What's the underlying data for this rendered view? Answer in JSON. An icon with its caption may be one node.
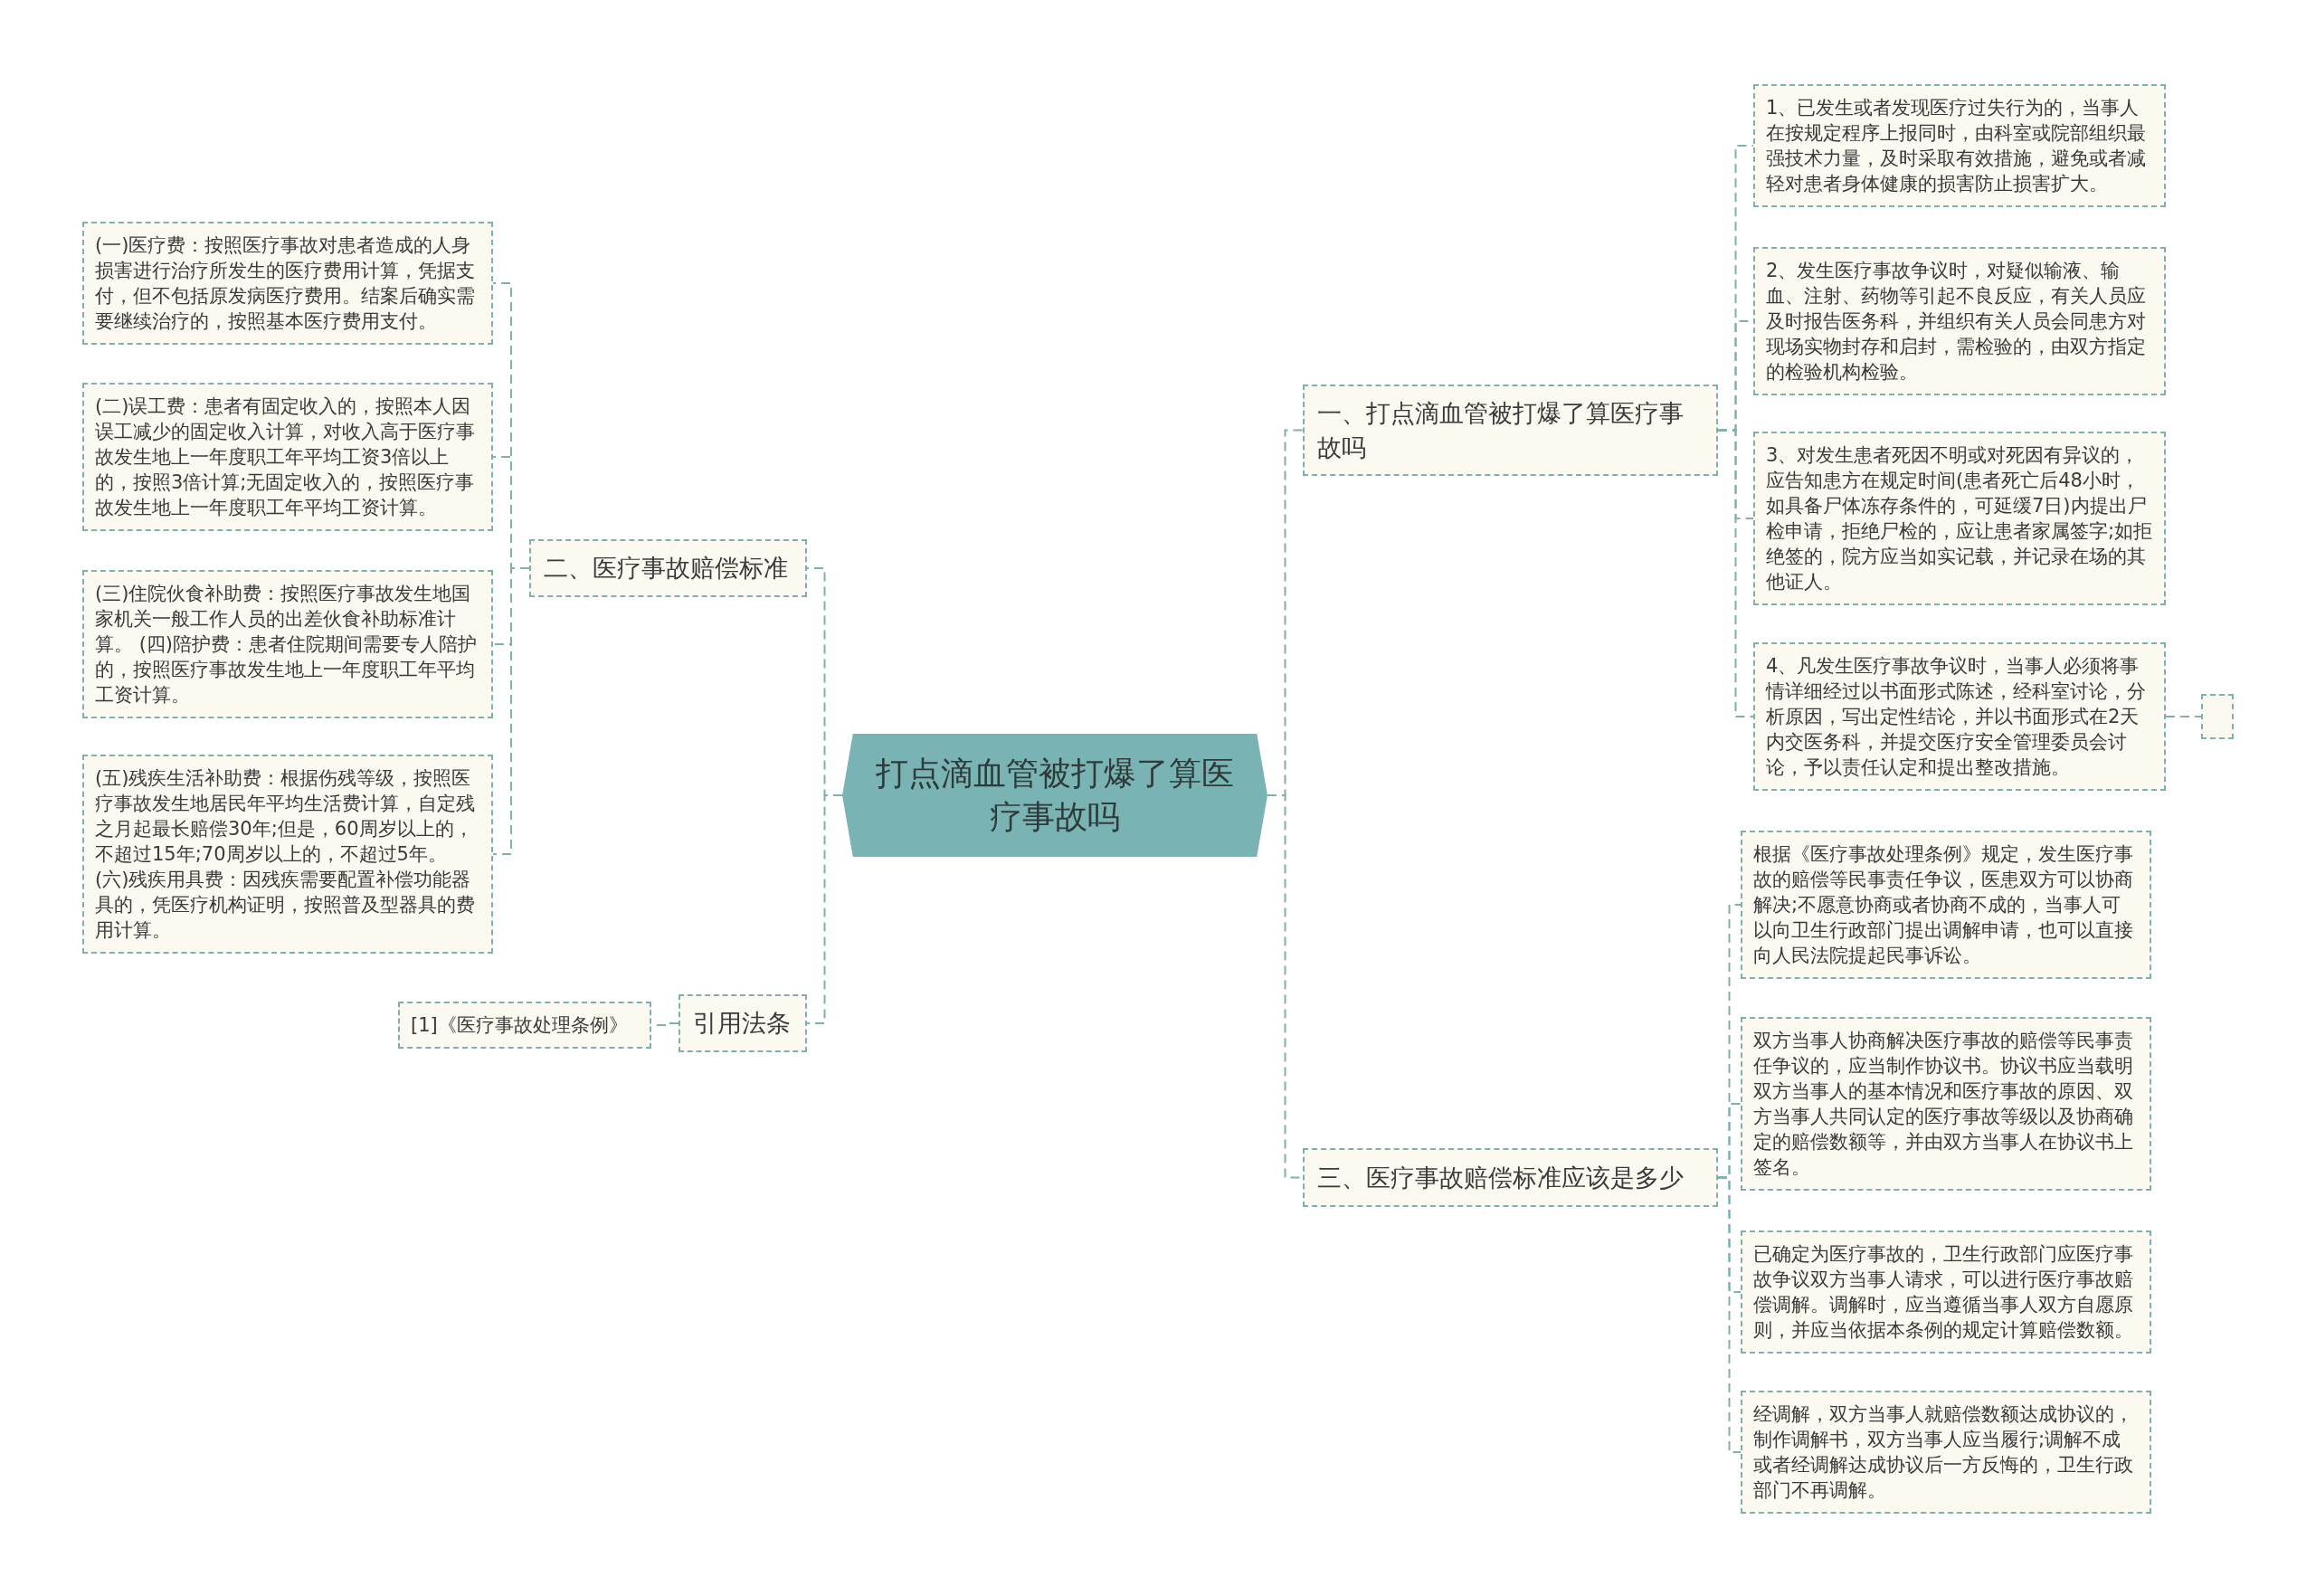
{
  "diagram": {
    "nodes": [
      {
        "text": [
          "打点滴血管被打爆了算医疗事故吗"
        ]
      },
      {
        "text": [
          "一、打点滴血管被打爆了算医疗事故吗"
        ]
      },
      {
        "text": [
          "1、已发生或者发现医疗过失行为的，当事人在按规定程序上报同时，由科室或院部组织最强技术力量，及时采取有效措施，避免或者减轻对患者身体健康的损害防止损害扩大。"
        ]
      },
      {
        "text": [
          "2、发生医疗事故争议时，对疑似输液、输血、注射、药物等引起不良反应，有关人员应及时报告医务科，并组织有关人员会同患方对现场实物封存和启封，需检验的，由双方指定的检验机构检验。"
        ]
      },
      {
        "text": [
          "3、对发生患者死因不明或对死因有异议的，应告知患方在规定时间(患者死亡后48小时，如具备尸体冻存条件的，可延缓7日)内提出尸检申请，拒绝尸检的，应让患者家属签字;如拒绝签的，院方应当如实记载，并记录在场的其他证人。"
        ]
      },
      {
        "text": [
          "4、凡发生医疗事故争议时，当事人必须将事情详细经过以书面形式陈述，经科室讨论，分析原因，写出定性结论，并以书面形式在2天内交医务科，并提交医疗安全管理委员会讨论，予以责任认定和提出整改措施。"
        ]
      },
      {
        "text": [],
        "shape": "box"
      },
      {
        "text": [
          "二、医疗事故赔偿标准"
        ]
      },
      {
        "text": [
          "(一)医疗费：按照医疗事故对患者造成的人身损害进行治疗所发生的医疗费用计算，凭据支付，但不包括原发病医疗费用。结案后确实需要继续治疗的，按照基本医疗费用支付。"
        ]
      },
      {
        "text": [
          "(二)误工费：患者有固定收入的，按照本人因误工减少的固定收入计算，对收入高于医疗事故发生地上一年度职工年平均工资3倍以上的，按照3倍计算;无固定收入的，按照医疗事故发生地上一年度职工年平均工资计算。"
        ]
      },
      {
        "text": [
          "(三)住院伙食补助费：按照医疗事故发生地国家机关一般工作人员的出差伙食补助标准计算。 (四)陪护费：患者住院期间需要专人陪护的，按照医疗事故发生地上一年度职工年平均工资计算。"
        ]
      },
      {
        "text": [
          "(五)残疾生活补助费：根据伤残等级，按照医疗事故发生地居民年平均生活费计算，自定残之月起最长赔偿30年;但是，60周岁以上的，不超过15年;70周岁以上的，不超过5年。 (六)残疾用具费：因残疾需要配置补偿功能器具的，凭医疗机构证明，按照普及型器具的费用计算。"
        ]
      },
      {
        "text": [
          "引用法条"
        ]
      },
      {
        "text": [
          "[1]《医疗事故处理条例》"
        ]
      },
      {
        "text": [
          "三、医疗事故赔偿标准应该是多少"
        ]
      },
      {
        "text": [
          "根据《医疗事故处理条例》规定，发生医疗事故的赔偿等民事责任争议，医患双方可以协商解决;不愿意协商或者协商不成的，当事人可以向卫生行政部门提出调解申请，也可以直接向人民法院提起民事诉讼。"
        ]
      },
      {
        "text": [
          "双方当事人协商解决医疗事故的赔偿等民事责任争议的，应当制作协议书。协议书应当载明双方当事人的基本情况和医疗事故的原因、双方当事人共同认定的医疗事故等级以及协商确定的赔偿数额等，并由双方当事人在协议书上签名。"
        ]
      },
      {
        "text": [
          "已确定为医疗事故的，卫生行政部门应医疗事故争议双方当事人请求，可以进行医疗事故赔偿调解。调解时，应当遵循当事人双方自愿原则，并应当依据本条例的规定计算赔偿数额。"
        ]
      },
      {
        "text": [
          "经调解，双方当事人就赔偿数额达成协议的，制作调解书，双方当事人应当履行;调解不成或者经调解达成协议后一方反悔的，卫生行政部门不再调解。"
        ]
      }
    ],
    "edges": [
      {
        "from": 0,
        "to": 1,
        "arrow": "none"
      },
      {
        "from": 1,
        "to": 2,
        "arrow": "none"
      },
      {
        "from": 1,
        "to": 3,
        "arrow": "none"
      },
      {
        "from": 1,
        "to": 4,
        "arrow": "none"
      },
      {
        "from": 1,
        "to": 5,
        "arrow": "none"
      },
      {
        "from": 5,
        "to": 6,
        "arrow": "none"
      },
      {
        "from": 0,
        "to": 7,
        "arrow": "none"
      },
      {
        "from": 7,
        "to": 8,
        "arrow": "none"
      },
      {
        "from": 7,
        "to": 9,
        "arrow": "none"
      },
      {
        "from": 7,
        "to": 10,
        "arrow": "none"
      },
      {
        "from": 7,
        "to": 11,
        "arrow": "none"
      },
      {
        "from": 0,
        "to": 12,
        "arrow": "none"
      },
      {
        "from": 12,
        "to": 13,
        "arrow": "none"
      },
      {
        "from": 0,
        "to": 14,
        "arrow": "none"
      },
      {
        "from": 14,
        "to": 15,
        "arrow": "none"
      },
      {
        "from": 14,
        "to": 16,
        "arrow": "none"
      },
      {
        "from": 14,
        "to": 17,
        "arrow": "none"
      },
      {
        "from": 14,
        "to": 18,
        "arrow": "none"
      }
    ]
  }
}
